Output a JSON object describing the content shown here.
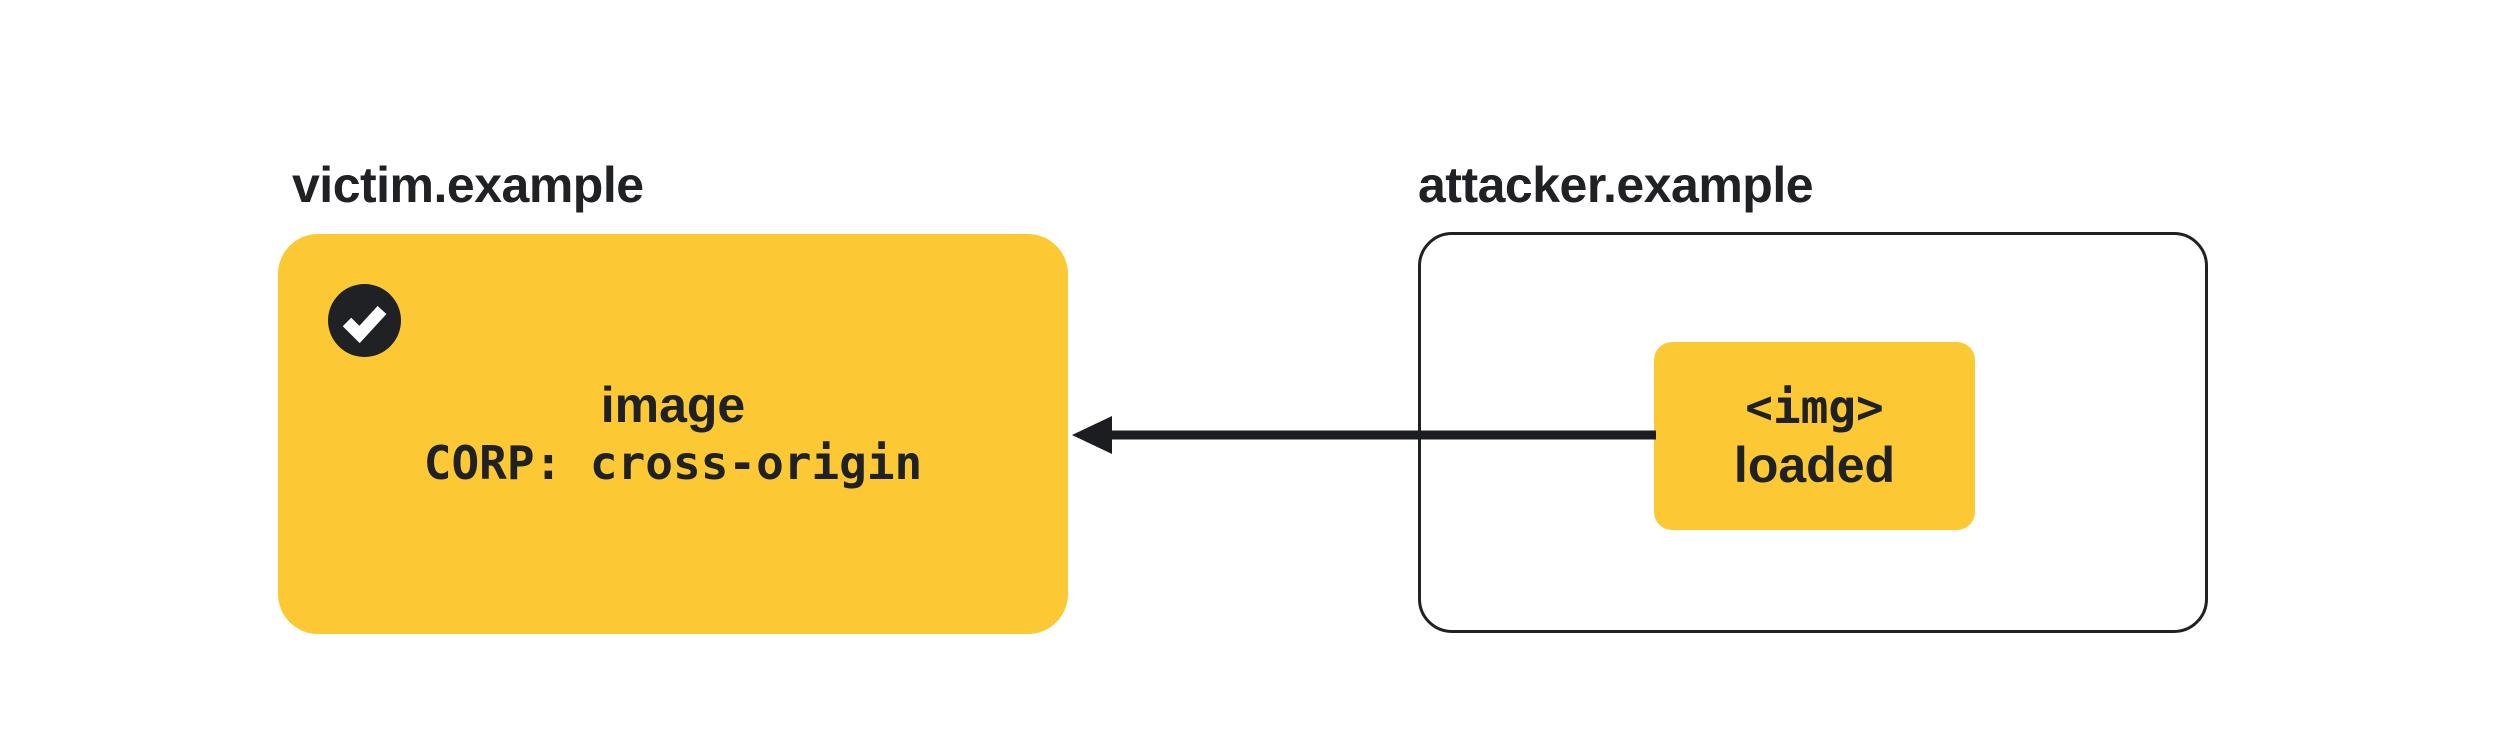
{
  "colors": {
    "accent_yellow": "#fcc934",
    "ink": "#202124",
    "background": "#ffffff"
  },
  "victim": {
    "label": "victim.example",
    "line1": "image",
    "line2": "CORP: cross-origin",
    "status_icon": "check-icon"
  },
  "attacker": {
    "label": "attacker.example",
    "inner": {
      "line1": "<img>",
      "line2": "loaded"
    }
  },
  "arrow": {
    "direction": "attacker-to-victim"
  }
}
